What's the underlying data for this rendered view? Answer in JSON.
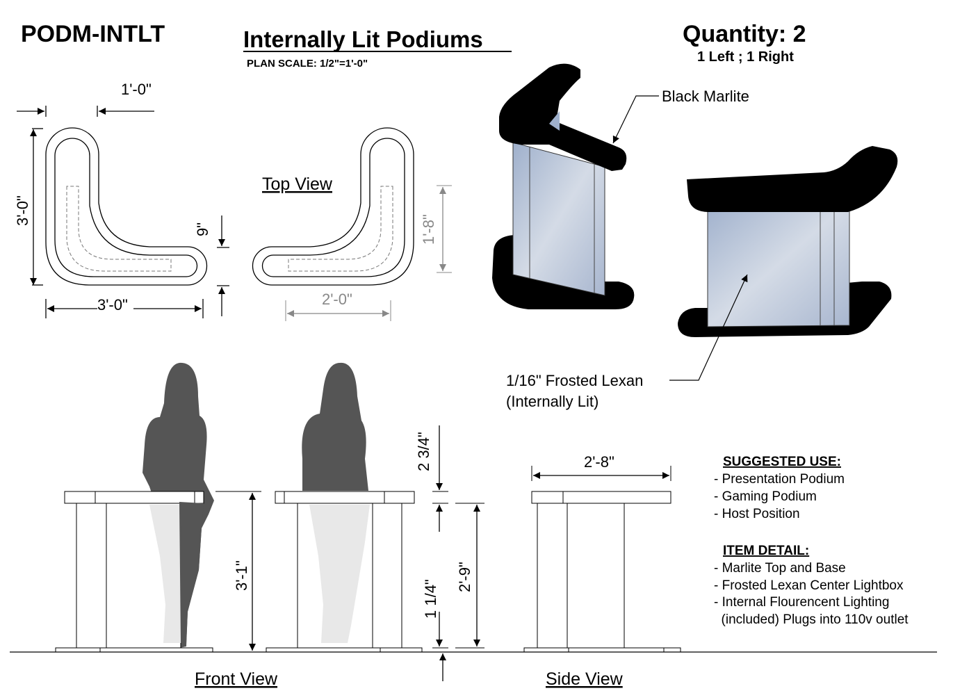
{
  "header": {
    "code": "PODM-INTLT",
    "title": "Internally Lit Podiums",
    "scale": "PLAN  SCALE: 1/2\"=1'-0\"",
    "quantity": "Quantity: 2",
    "quantity_detail": "1 Left ; 1 Right"
  },
  "plan": {
    "label": "Top View",
    "dim_width_top": "1'-0\"",
    "dim_height_left": "3'-0\"",
    "dim_width_bottom": "3'-0\"",
    "dim_depth": "9\"",
    "dim_height_right": "1'-8\"",
    "dim_width_right": "2'-0\""
  },
  "render": {
    "callout_top": "Black Marlite",
    "callout_panel_1": "1/16\" Frosted Lexan",
    "callout_panel_2": "(Internally Lit)"
  },
  "elevation": {
    "front_label": "Front View",
    "side_label": "Side View",
    "dim_total_height": "3'-1\"",
    "dim_top_thickness": "2 3/4\"",
    "dim_base_thickness": "1 1/4\"",
    "dim_column_height": "2'-9\"",
    "dim_side_width": "2'-8\""
  },
  "notes": {
    "suggested_title": "SUGGESTED USE:",
    "suggested": [
      "- Presentation Podium",
      "- Gaming Podium",
      "- Host Position"
    ],
    "detail_title": "ITEM DETAIL:",
    "detail": [
      "- Marlite Top and Base",
      "- Frosted Lexan Center Lightbox",
      "- Internal Flourencent Lighting",
      "  (included) Plugs into 110v outlet"
    ]
  },
  "colors": {
    "marlite": "#000000",
    "lexan": "#b8c4d8",
    "silhouette": "#555555",
    "silhouette_light": "#e8e8e8"
  }
}
